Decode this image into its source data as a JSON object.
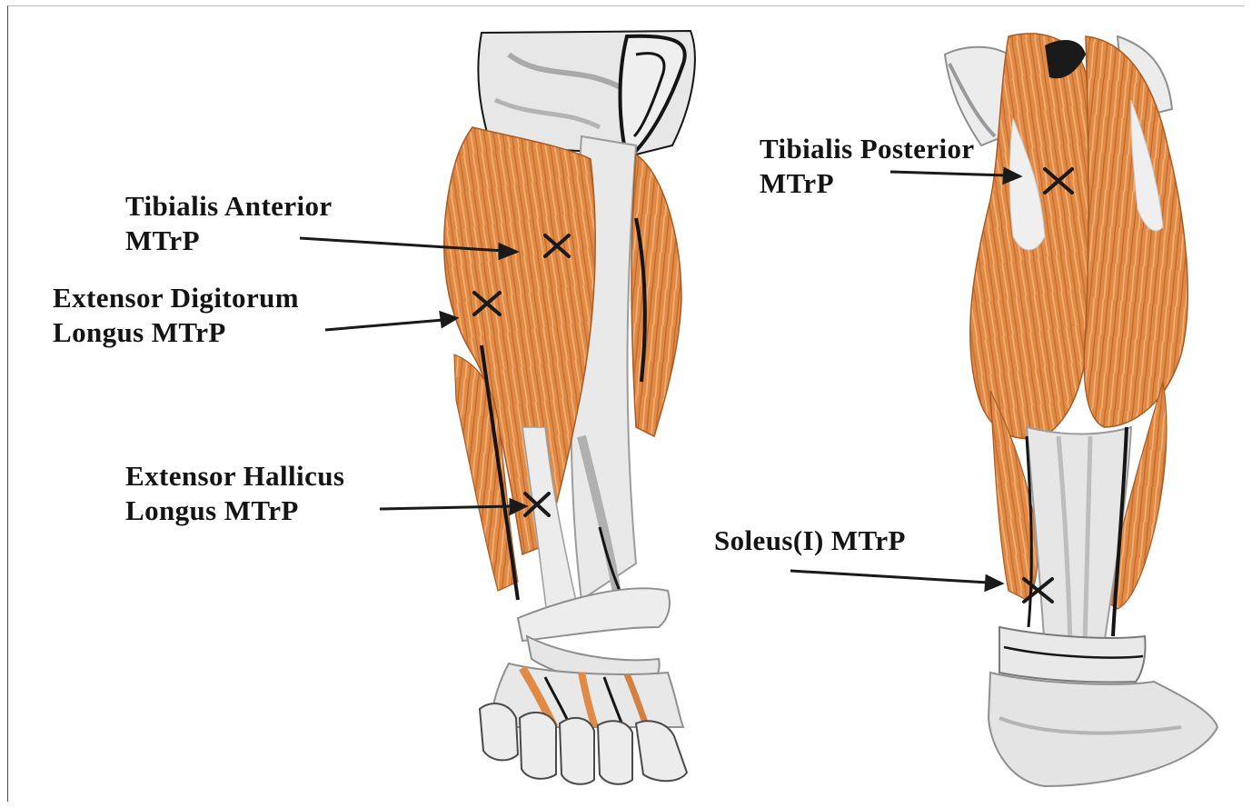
{
  "labels": {
    "tibialis_anterior": {
      "line1": "Tibialis Anterior",
      "line2": "MTrP"
    },
    "extensor_digitorum": {
      "line1": "Extensor Digitorum",
      "line2": "Longus MTrP"
    },
    "extensor_hallicus": {
      "line1": "Extensor Hallicus",
      "line2": "Longus MTrP"
    },
    "tibialis_posterior": {
      "line1": "Tibialis Posterior",
      "line2": "MTrP"
    },
    "soleus": {
      "line1": "Soleus(I) MTrP"
    }
  },
  "colors": {
    "muscle": "#e08a45",
    "muscle_light": "#f2ad6e",
    "muscle_dark": "#b5602a",
    "tendon": "#e9e9e9",
    "tendon_shadow": "#a9a9a9",
    "outline": "#151515",
    "text": "#141414"
  },
  "icons": {
    "marker": "x-mark-icon",
    "pointer": "arrow-icon"
  }
}
